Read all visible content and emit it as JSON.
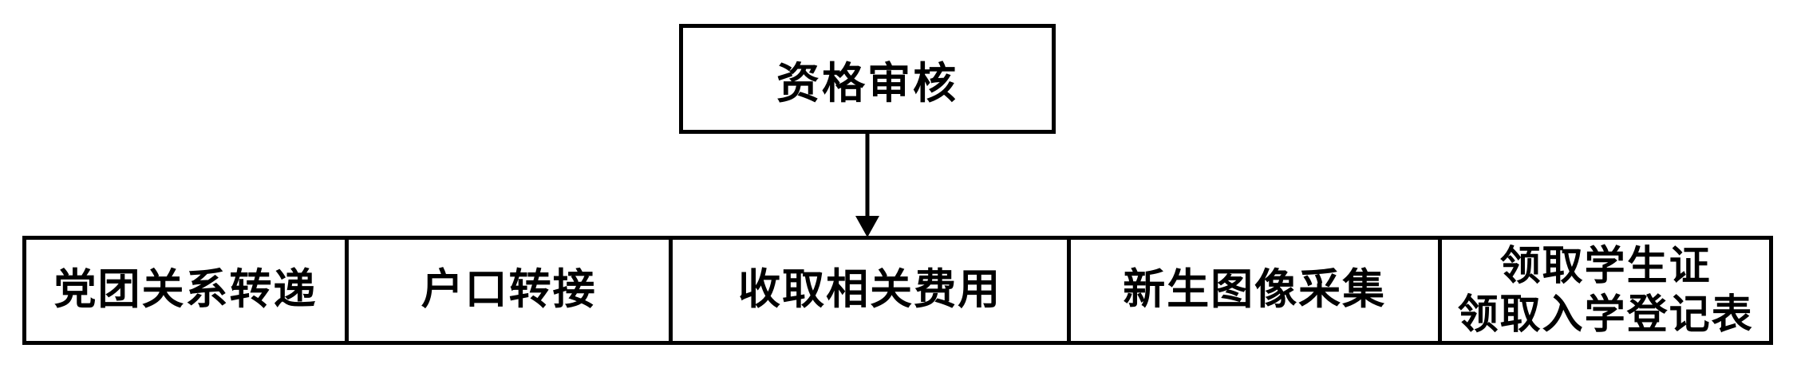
{
  "flowchart": {
    "title_node": {
      "label": "资格审核"
    },
    "arrow": {
      "direction": "down"
    },
    "steps": [
      {
        "label": "党团关系转递"
      },
      {
        "label": "户口转接"
      },
      {
        "label": "收取相关费用"
      },
      {
        "label": "新生图像采集"
      },
      {
        "lines": [
          "领取学生证",
          "领取入学登记表"
        ]
      }
    ],
    "colors": {
      "line": "#000000",
      "text": "#000000",
      "background": "#ffffff"
    }
  }
}
